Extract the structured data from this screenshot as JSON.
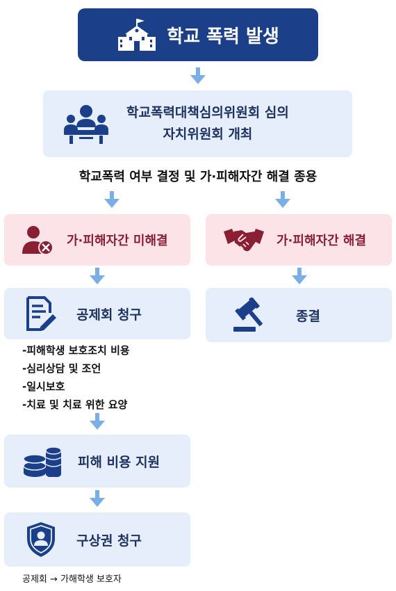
{
  "header": {
    "title": "학교 폭력 발생"
  },
  "committee": {
    "line1": "학교폭력대책심의위원회 심의",
    "line2": "자치위원회 개최"
  },
  "decision": "학교폭력 여부 결정 및 가·피해자간 해결 종용",
  "left_branch": {
    "unresolved": "가·피해자간 미해결",
    "claim": "공제회 청구",
    "details": [
      "-피해학생 보호조치 비용",
      "-심리상담 및 조언",
      "-일시보호",
      "-치료 및 치료 위한 요양"
    ],
    "support": "피해 비용 지원",
    "indemnity": "구상권 청구",
    "footnote": "공제회 → 가해학생 보호자"
  },
  "right_branch": {
    "resolved": "가·피해자간 해결",
    "end": "종결"
  },
  "icons": [
    "school-icon",
    "meeting-icon",
    "person-cancel-icon",
    "handshake-icon",
    "document-edit-icon",
    "gavel-icon",
    "coins-icon",
    "shield-person-icon",
    "arrow-down-icon"
  ],
  "colors": {
    "primary": "#1b3f88",
    "light_blue": "#e6eefb",
    "light_pink": "#fbe3e8",
    "dark_red": "#8a1f33",
    "arrow": "#7aaee6"
  }
}
